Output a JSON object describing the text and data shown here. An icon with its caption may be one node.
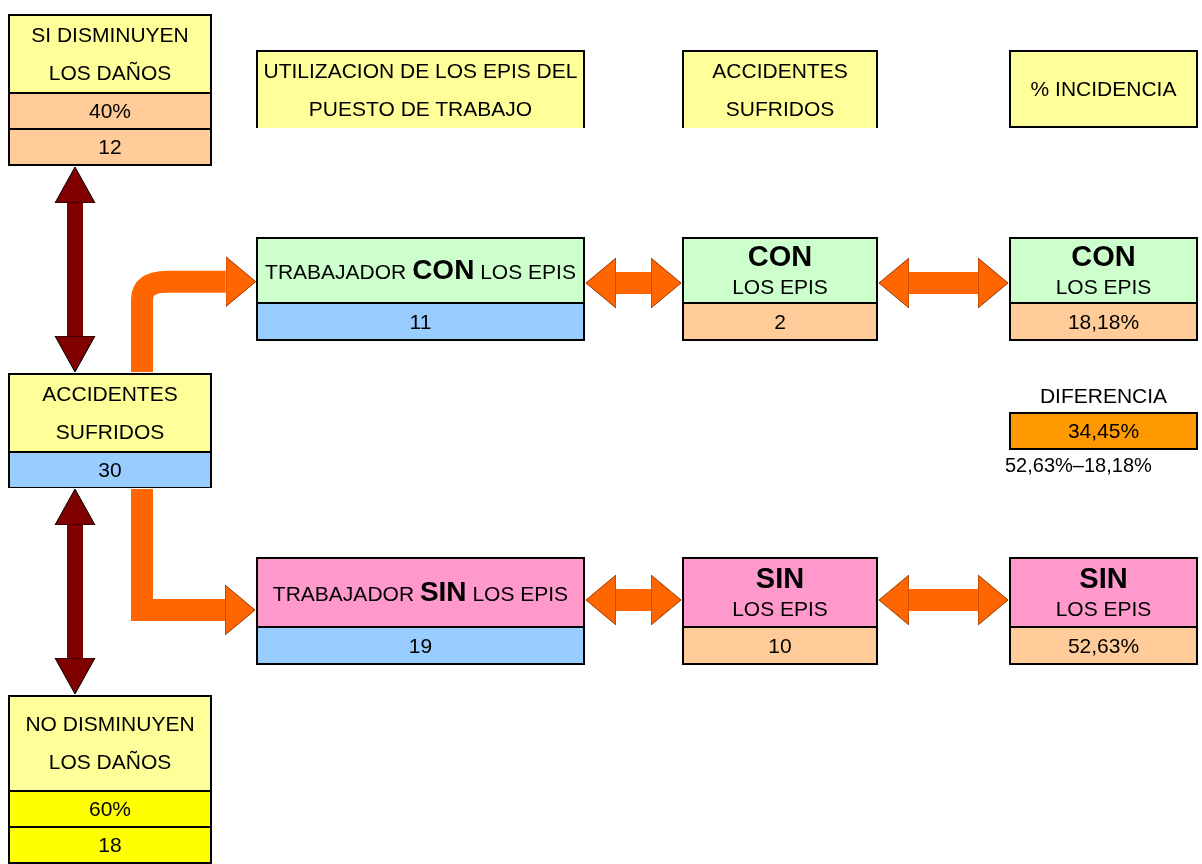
{
  "diagram": {
    "nodes": [
      {
        "text": [
          "SI DISMINUYEN LOS DAÑOS",
          "40%",
          "12"
        ]
      },
      {
        "text": [
          "UTILIZACION DE LOS EPIS DEL PUESTO DE TRABAJO"
        ]
      },
      {
        "text": [
          "ACCIDENTES SUFRIDOS"
        ]
      },
      {
        "text": [
          "% INCIDENCIA"
        ]
      },
      {
        "text": [
          "TRABAJADOR **CON** LOS EPIS",
          "11"
        ]
      },
      {
        "text": [
          "CON",
          "LOS EPIS",
          "2"
        ]
      },
      {
        "text": [
          "CON",
          "LOS EPIS",
          "18,18%"
        ]
      },
      {
        "text": [
          "ACCIDENTES SUFRIDOS",
          "30"
        ]
      },
      {
        "text": [
          "DIFERENCIA",
          "34,45%"
        ],
        "beside": [
          "52,63%–18,18%"
        ]
      },
      {
        "text": [
          "TRABAJADOR **SIN** LOS EPIS",
          "19"
        ]
      },
      {
        "text": [
          "SIN",
          "LOS EPIS",
          "10"
        ]
      },
      {
        "text": [
          "SIN",
          "LOS EPIS",
          "52,63%"
        ]
      },
      {
        "text": [
          "NO DISMINUYEN LOS DAÑOS",
          "60%",
          "18"
        ]
      }
    ],
    "edges": [
      {
        "from": 0,
        "to": 7,
        "arrow": "both",
        "color": "#800000"
      },
      {
        "from": 7,
        "to": 4,
        "arrow": "to"
      },
      {
        "from": 4,
        "to": 5,
        "arrow": "both"
      },
      {
        "from": 5,
        "to": 6,
        "arrow": "both"
      },
      {
        "from": 7,
        "to": 12,
        "arrow": "both",
        "color": "#800000"
      },
      {
        "from": 7,
        "to": 9,
        "arrow": "to"
      },
      {
        "from": 9,
        "to": 10,
        "arrow": "both"
      },
      {
        "from": 10,
        "to": 11,
        "arrow": "both"
      }
    ]
  }
}
